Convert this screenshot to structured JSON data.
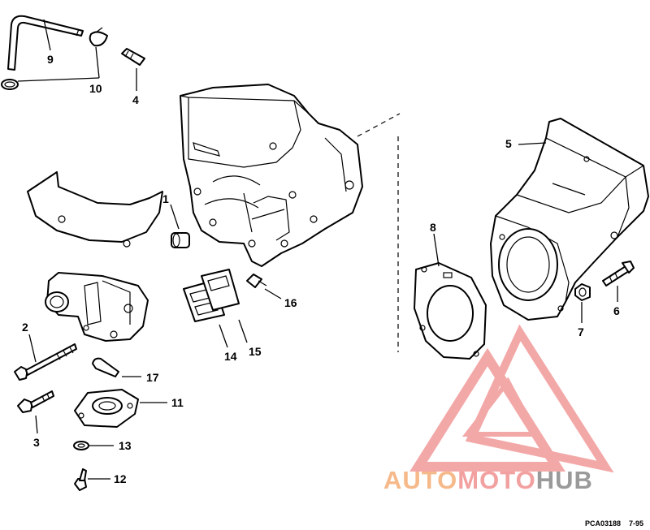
{
  "callouts": [
    {
      "label": "1"
    },
    {
      "label": "2"
    },
    {
      "label": "3"
    },
    {
      "label": "4"
    },
    {
      "label": "5"
    },
    {
      "label": "6"
    },
    {
      "label": "7"
    },
    {
      "label": "8"
    },
    {
      "label": "9"
    },
    {
      "label": "10"
    },
    {
      "label": "11"
    },
    {
      "label": "12"
    },
    {
      "label": "13"
    },
    {
      "label": "14"
    },
    {
      "label": "15"
    },
    {
      "label": "16"
    },
    {
      "label": "17"
    }
  ],
  "watermark": {
    "word_a": "AUTO",
    "word_b": "MOTO",
    "word_c": "HUB",
    "color_a": "#f6b98a",
    "color_b": "#f2a0a0",
    "color_c": "#9a9a9a",
    "triangle_color": "#f29a9a"
  },
  "drawing_code": "PCA03188",
  "drawing_date": "7-95"
}
